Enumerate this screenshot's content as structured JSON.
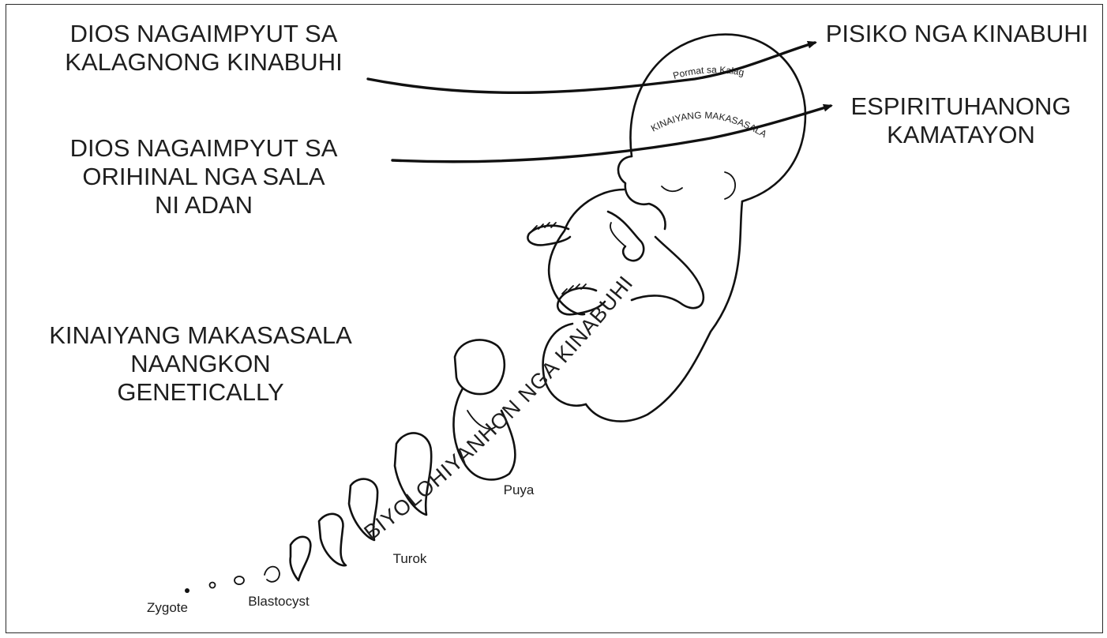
{
  "left_labels": {
    "imputes_soul_life": [
      "DIOS NAGAIMPYUT SA",
      "KALAGNONG KINABUHI"
    ],
    "imputes_original_sin": [
      "DIOS NAGAIMPYUT SA",
      "ORIHINAL NGA SALA",
      "NI ADAN"
    ],
    "sin_nature_genetic": [
      "KINAIYANG MAKASASALA",
      "NAANGKON",
      "GENETICALLY"
    ]
  },
  "right_labels": {
    "physical_life": "PISIKO NGA KINABUHI",
    "spiritual_death": [
      "ESPIRITUHANONG",
      "KAMATAYON"
    ]
  },
  "head_labels": {
    "soul_formation": "Pormat sa Kalag",
    "sin_nature": "KINAIYANG MAKASASALA"
  },
  "body_curve_label": "BIYOLOHIYANHON NGA KINABUHI",
  "stage_labels": {
    "zygote": "Zygote",
    "blastocyst": "Blastocyst",
    "embryo": "Turok",
    "fetus": "Puya"
  }
}
